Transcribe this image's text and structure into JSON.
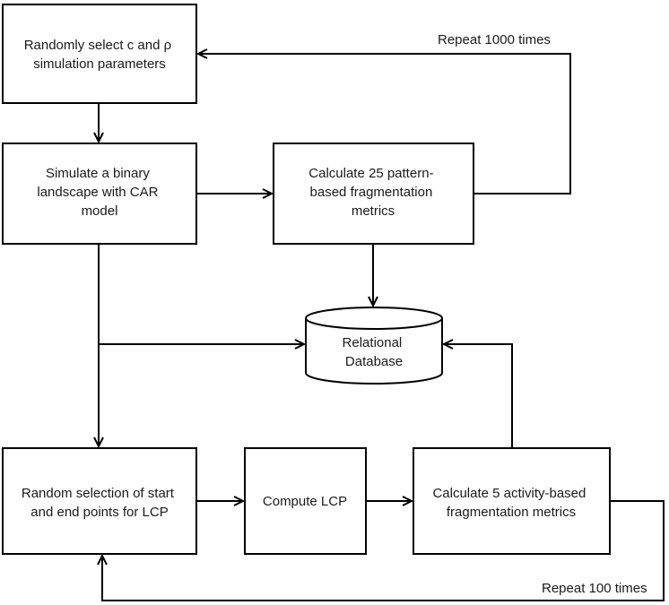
{
  "nodes": {
    "select_params": {
      "lines": [
        "Randomly select c and ρ",
        "simulation parameters"
      ]
    },
    "simulate": {
      "lines": [
        "Simulate a binary",
        "landscape with CAR",
        "model"
      ]
    },
    "pattern_metrics": {
      "lines": [
        "Calculate 25 pattern-",
        "based fragmentation",
        "metrics"
      ]
    },
    "database": {
      "lines": [
        "Relational",
        "Database"
      ]
    },
    "random_points": {
      "lines": [
        "Random selection of start",
        "and end points for LCP"
      ]
    },
    "compute_lcp": {
      "lines": [
        "Compute LCP"
      ]
    },
    "activity_metrics": {
      "lines": [
        "Calculate 5 activity-based",
        "fragmentation metrics"
      ]
    }
  },
  "edge_labels": {
    "repeat_outer": "Repeat 1000 times",
    "repeat_inner": "Repeat 100 times"
  }
}
